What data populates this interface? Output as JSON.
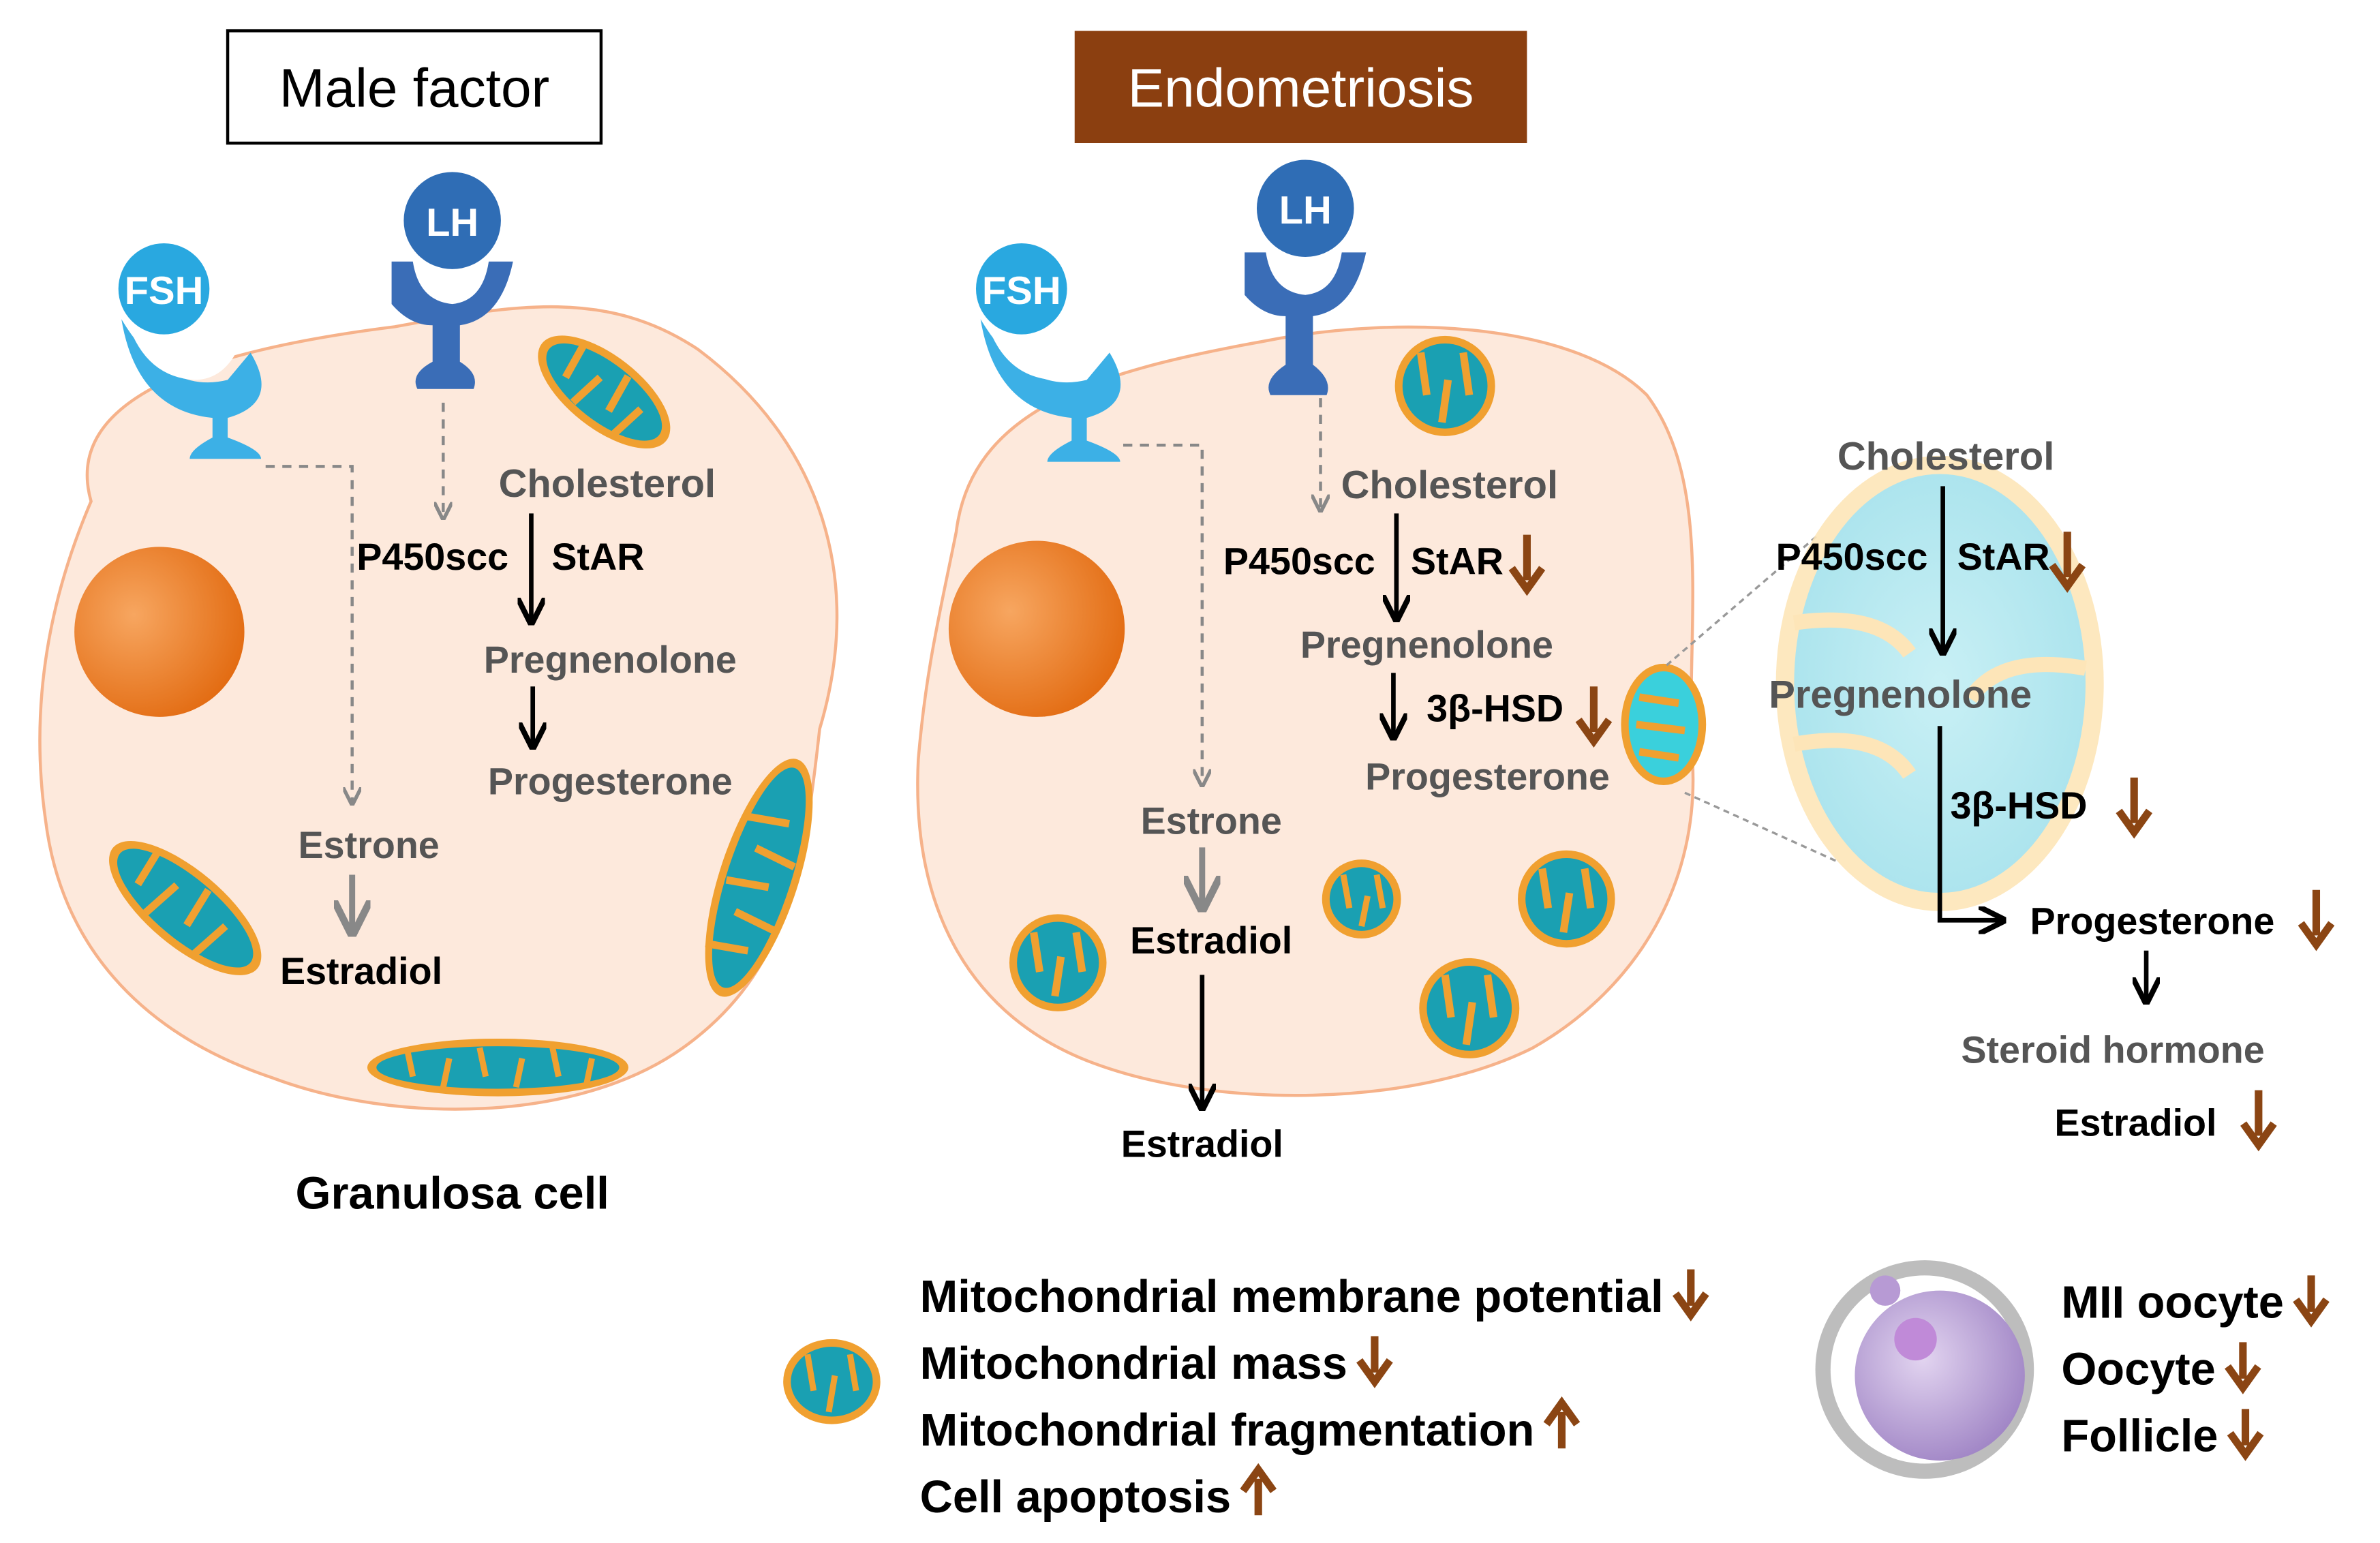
{
  "panels": {
    "left": {
      "title": "Male factor",
      "caption": "Granulosa cell",
      "hormones": {
        "fsh": "FSH",
        "lh": "LH"
      },
      "pathway": {
        "cholesterol": "Cholesterol",
        "p450scc": "P450scc",
        "star": "StAR",
        "pregnenolone": "Pregnenolone",
        "progesterone": "Progesterone",
        "estrone": "Estrone",
        "estradiol": "Estradiol"
      }
    },
    "right": {
      "title": "Endometriosis",
      "hormones": {
        "fsh": "FSH",
        "lh": "LH"
      },
      "pathway": {
        "cholesterol": "Cholesterol",
        "p450scc": "P450scc",
        "star": "StAR",
        "pregnenolone": "Pregnenolone",
        "hsd": "3β-HSD",
        "progesterone": "Progesterone",
        "estrone": "Estrone",
        "estradiol_inner": "Estradiol",
        "estradiol_outer": "Estradiol"
      }
    },
    "zoom": {
      "cholesterol": "Cholesterol",
      "p450scc": "P450scc",
      "star": "StAR",
      "pregnenolone": "Pregnenolone",
      "hsd": "3β-HSD",
      "progesterone": "Progesterone",
      "steroid": "Steroid hormone",
      "estradiol": "Estradiol"
    }
  },
  "legend": {
    "mito_items": [
      {
        "label": "Mitochondrial membrane potential",
        "trend": "down"
      },
      {
        "label": "Mitochondrial mass",
        "trend": "down"
      },
      {
        "label": "Mitochondrial fragmentation",
        "trend": "up"
      },
      {
        "label": "Cell apoptosis",
        "trend": "up"
      }
    ],
    "oocyte_items": [
      {
        "label": "MII oocyte",
        "trend": "down"
      },
      {
        "label": "Oocyte",
        "trend": "down"
      },
      {
        "label": "Follicle",
        "trend": "down"
      }
    ]
  },
  "colors": {
    "cell_fill": "#fde9dc",
    "cell_stroke": "#f6b28a",
    "nucleus": "#e87722",
    "receptor_fsh": "#29a8e0",
    "receptor_lh": "#2f6db5",
    "mito_teal": "#1aa0b2",
    "mito_orange": "#f0a030",
    "arrow_brown": "#8b4513",
    "title_bg": "#8b3f10",
    "grey_text": "#555555"
  }
}
